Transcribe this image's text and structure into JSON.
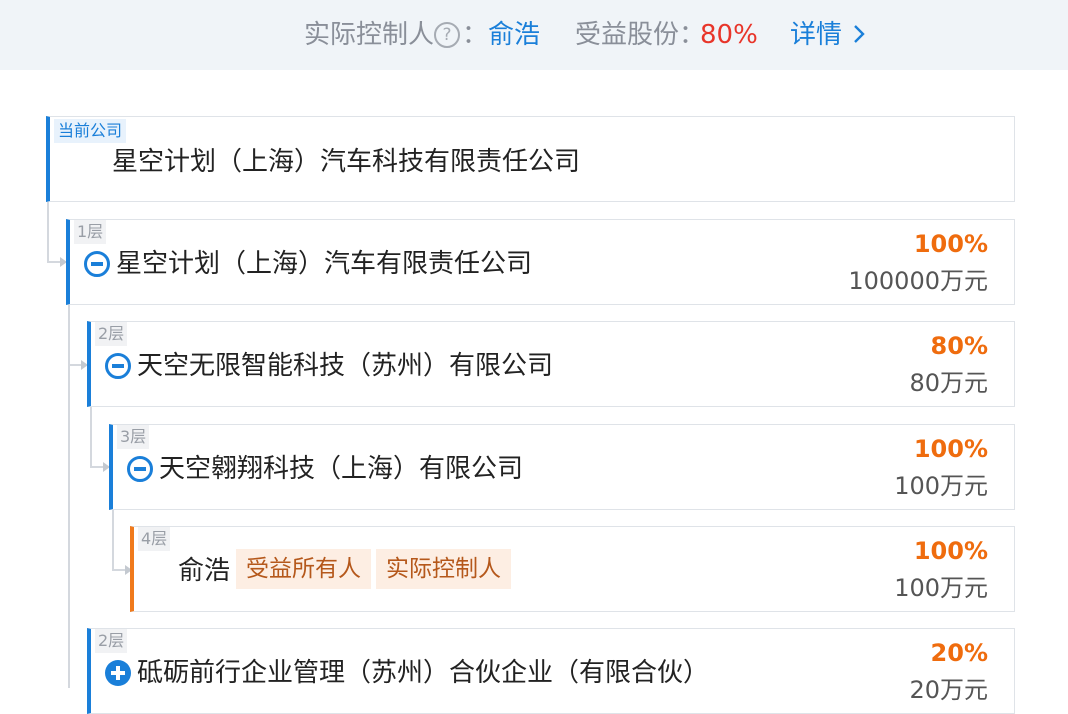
{
  "header": {
    "controller_label": "实际控制人",
    "help_icon": "question-circle-icon",
    "colon": "：",
    "controller_name": "俞浩",
    "share_label": "受益股份：",
    "share_value": "80%",
    "details_label": "详情",
    "details_icon": "chevron-right-icon"
  },
  "colors": {
    "accent_blue": "#1a7fd9",
    "percent_orange": "#ef6c0e",
    "person_orange": "#f07a1c",
    "share_red": "#e8352a"
  },
  "current": {
    "tag": "当前公司",
    "name": "星空计划（上海）汽车科技有限责任公司"
  },
  "nodes": [
    {
      "level": "1层",
      "name": "星空计划（上海）汽车有限责任公司",
      "percent": "100%",
      "amount": "100000万元",
      "icon": "collapse-minus-icon"
    },
    {
      "level": "2层",
      "name": "天空无限智能科技（苏州）有限公司",
      "percent": "80%",
      "amount": "80万元",
      "icon": "collapse-minus-icon"
    },
    {
      "level": "3层",
      "name": "天空翱翔科技（上海）有限公司",
      "percent": "100%",
      "amount": "100万元",
      "icon": "collapse-minus-icon"
    },
    {
      "level": "4层",
      "name": "俞浩",
      "tags": [
        "受益所有人",
        "实际控制人"
      ],
      "percent": "100%",
      "amount": "100万元"
    },
    {
      "level": "2层",
      "name": "砥砺前行企业管理（苏州）合伙企业（有限合伙）",
      "percent": "20%",
      "amount": "20万元",
      "icon": "expand-plus-icon"
    }
  ]
}
